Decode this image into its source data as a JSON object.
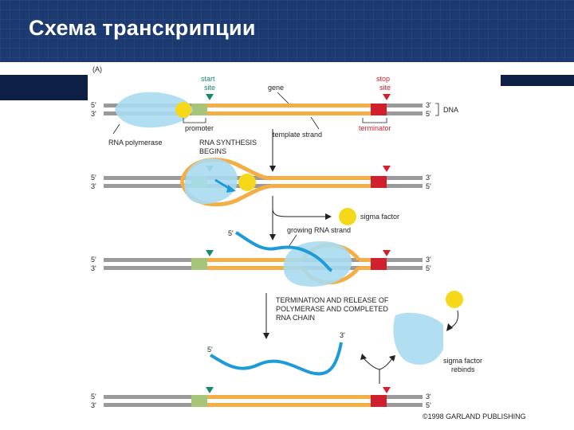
{
  "slide": {
    "title": "Схема транскрипции"
  },
  "figure": {
    "panel_label": "(A)",
    "labels": {
      "start_site": [
        "start",
        "site"
      ],
      "gene": "gene",
      "stop_site": [
        "stop",
        "site"
      ],
      "dna": "DNA",
      "promoter": "promoter",
      "template_strand": "template strand",
      "terminator": "terminator",
      "rna_polymerase": "RNA polymerase",
      "synthesis_begins": [
        "RNA SYNTHESIS",
        "BEGINS"
      ],
      "sigma_factor": "sigma factor",
      "growing_rna_strand": "growing RNA strand",
      "termination": [
        "TERMINATION AND RELEASE OF",
        "POLYMERASE AND COMPLETED",
        "RNA CHAIN"
      ],
      "sigma_rebinds": [
        "sigma factor",
        "rebinds"
      ],
      "copyright": "©1998 GARLAND PUBLISHING"
    },
    "strand_ends": {
      "five_prime": "5'",
      "three_prime": "3'"
    },
    "colors": {
      "header_bg": "#1d3a70",
      "gene_orange": "#f4ae45",
      "dna_gray": "#9a9a9a",
      "promoter_green": "#a6c57a",
      "terminator_red": "#d0202e",
      "polymerase_blue": "#a9dcef",
      "rna_blue": "#1e9ad6",
      "sigma_yellow": "#f6d81a"
    }
  }
}
